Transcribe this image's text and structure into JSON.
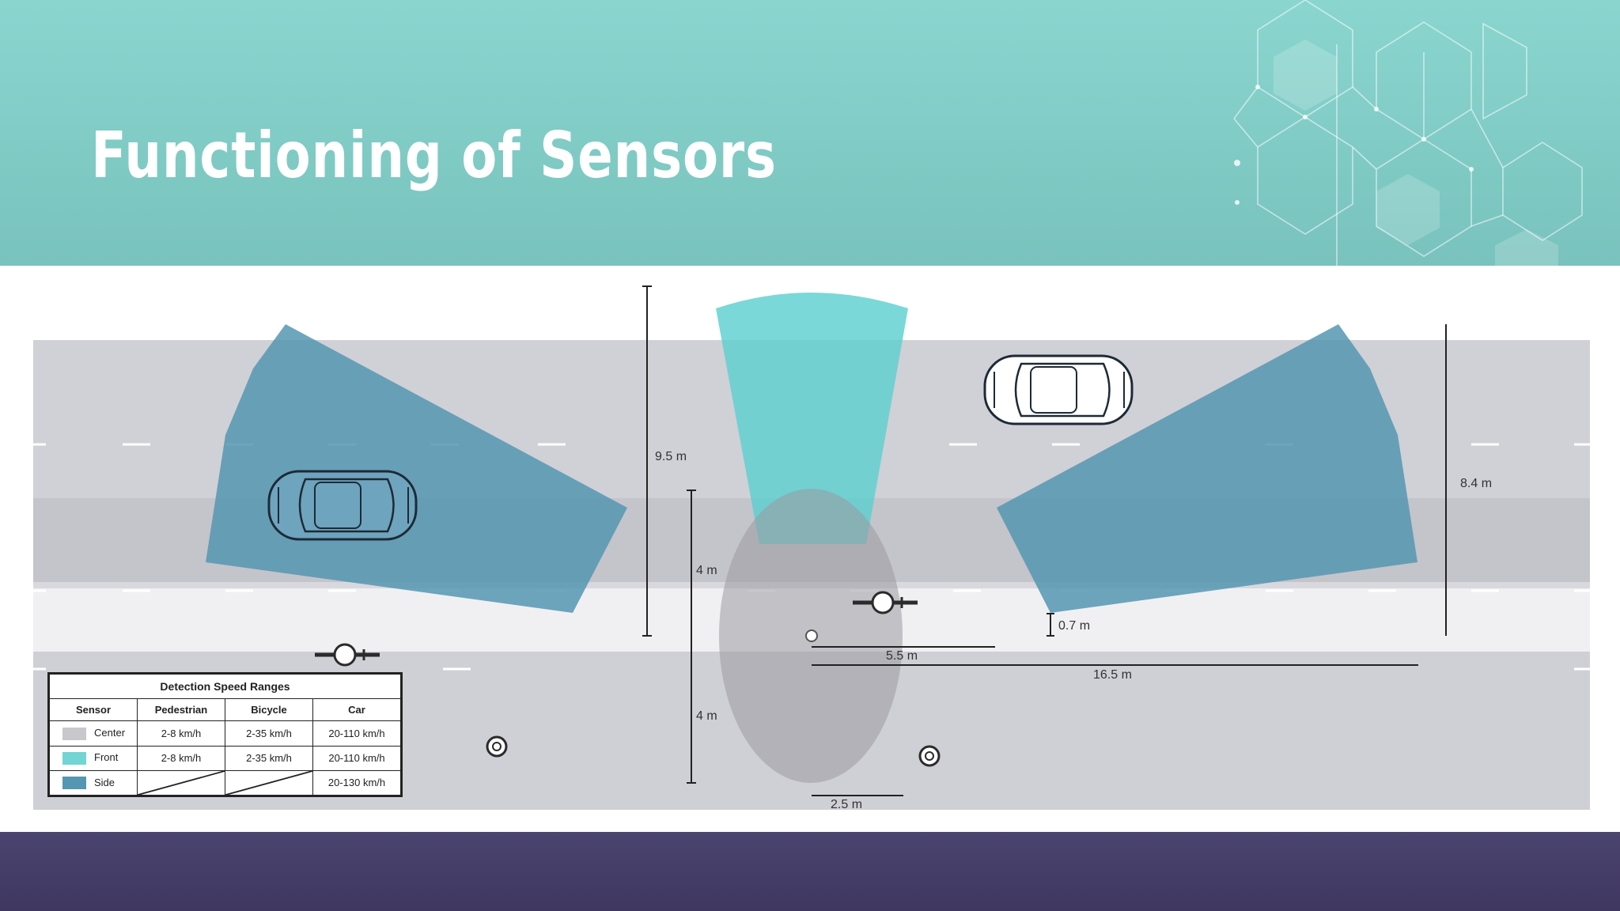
{
  "slide": {
    "title": "Functioning of Sensors"
  },
  "colors": {
    "header_top": "#8ad6cf",
    "header_bottom": "#79c2bd",
    "footer": "#453f68",
    "road": "#cfcfd6",
    "sidewalk": "#f1f1f4",
    "sensor_center": "#a9a9ad",
    "sensor_front": "#72d4d3",
    "sensor_side": "#5596b2"
  },
  "dimensions": {
    "d_9_5": "9.5 m",
    "d_4_top": "4 m",
    "d_4_bottom": "4 m",
    "d_5_5": "5.5 m",
    "d_16_5": "16.5 m",
    "d_0_7": "0.7 m",
    "d_8_4": "8.4 m",
    "d_2_5": "2.5 m"
  },
  "legend": {
    "caption": "Detection Speed Ranges",
    "headers": [
      "Sensor",
      "Pedestrian",
      "Bicycle",
      "Car"
    ],
    "rows": [
      {
        "sensor": "Center",
        "pedestrian": "2-8 km/h",
        "bicycle": "2-35 km/h",
        "car": "20-110 km/h",
        "color": "#c8c8cc"
      },
      {
        "sensor": "Front",
        "pedestrian": "2-8 km/h",
        "bicycle": "2-35 km/h",
        "car": "20-110 km/h",
        "color": "#72d4d3"
      },
      {
        "sensor": "Side",
        "pedestrian": "",
        "bicycle": "",
        "car": "20-130 km/h",
        "color": "#5596b2"
      }
    ]
  },
  "icons": {
    "car": "car-topview-icon",
    "bicycle": "bicycle-topview-icon",
    "pedestrian": "pedestrian-topview-icon"
  }
}
